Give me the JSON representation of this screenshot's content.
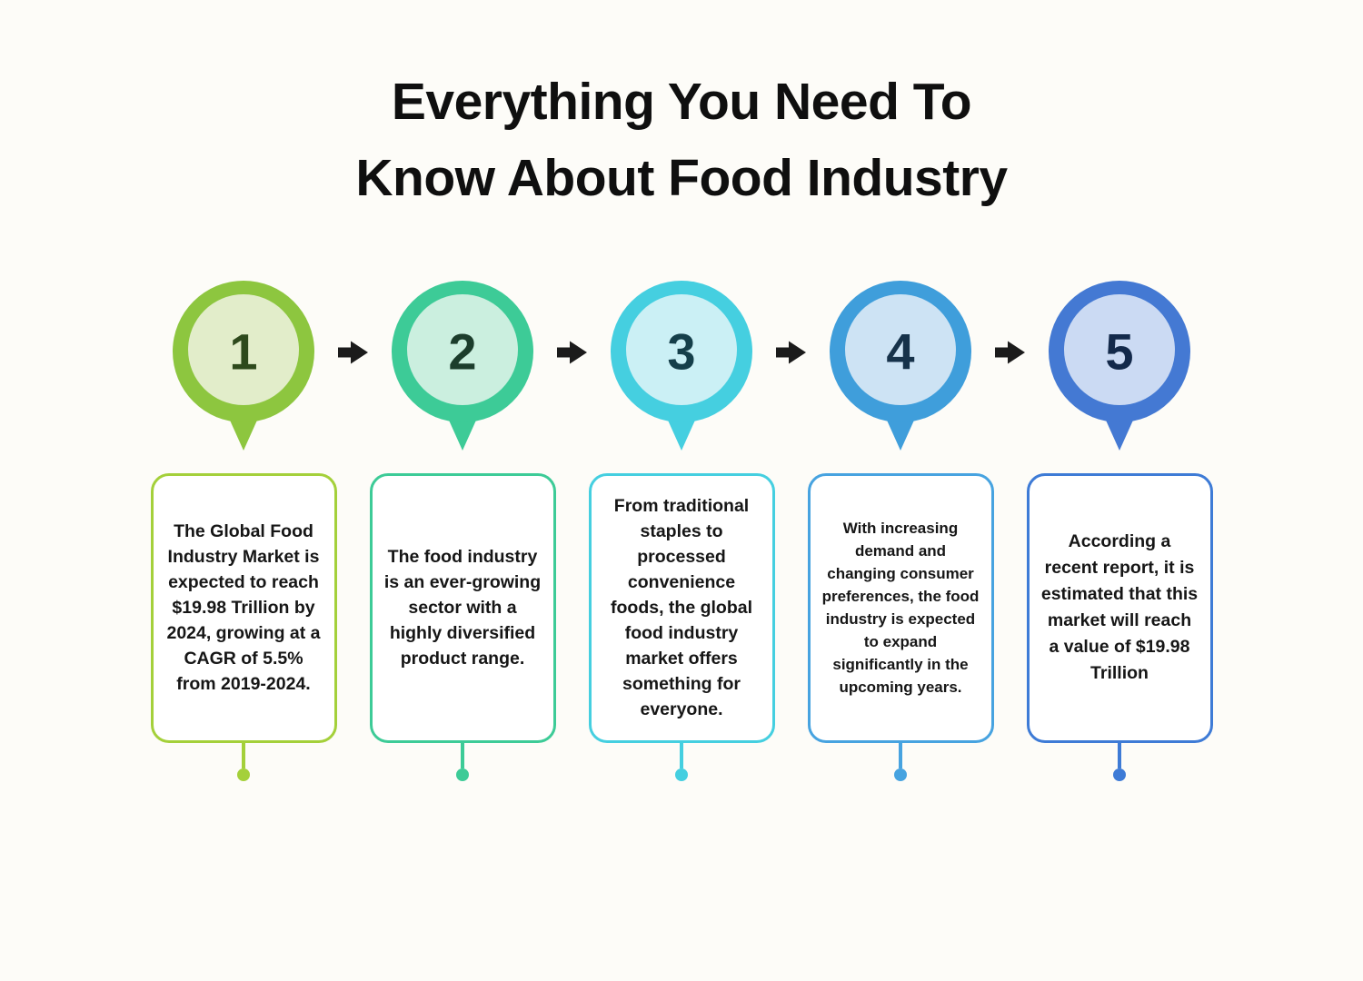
{
  "title": {
    "line1": "Everything You Need To",
    "line2": "Know About Food Industry"
  },
  "arrow_color": "#1B1B1B",
  "background_color": "#FDFCF8",
  "steps": [
    {
      "number": "1",
      "text": "The Global Food Industry Market is expected to reach $19.98 Trillion by 2024, growing at a CAGR of 5.5% from 2019-2024.",
      "colors": {
        "outer": "#8DC63F",
        "inner": "#E2EDCA",
        "number": "#2E4A1C",
        "accent": "#A4D03A"
      }
    },
    {
      "number": "2",
      "text": "The food industry is an ever-growing sector with a highly diversified product range.",
      "colors": {
        "outer": "#3DCB97",
        "inner": "#CBEFDF",
        "number": "#1C3D2C",
        "accent": "#3DCB97"
      }
    },
    {
      "number": "3",
      "text": "From traditional staples to processed convenience foods, the global food industry market offers something for everyone.",
      "colors": {
        "outer": "#45CFE0",
        "inner": "#CBF0F5",
        "number": "#153F4A",
        "accent": "#45CFE0"
      }
    },
    {
      "number": "4",
      "text": "With increasing demand and changing consumer preferences, the food industry is expected to expand significantly in the upcoming years.",
      "colors": {
        "outer": "#3F9EDB",
        "inner": "#CDE3F4",
        "number": "#16324A",
        "accent": "#47A3E0"
      }
    },
    {
      "number": "5",
      "text": "According a recent report, it is estimated that this market will reach a value of $19.98 Trillion",
      "colors": {
        "outer": "#4479D3",
        "inner": "#CBDAF3",
        "number": "#13294A",
        "accent": "#3E7BD6"
      }
    }
  ]
}
